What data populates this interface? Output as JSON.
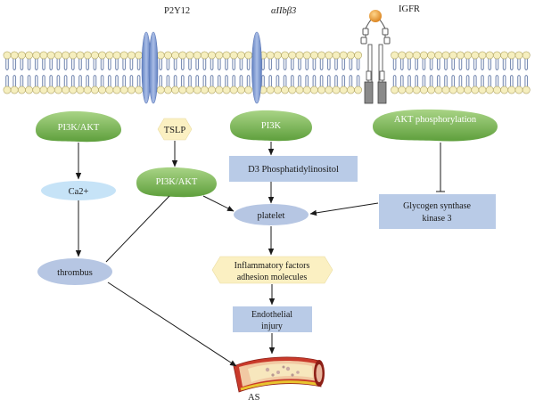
{
  "colors": {
    "green_dark": "#5e9f3c",
    "green_light": "#a9d486",
    "blue_box": "#b9cbe7",
    "blue_ellipse": "#b6c6e3",
    "light_blue_ellipse": "#c6e3f7",
    "yellow_hex": "#fbf0c2",
    "arrow": "#1a1a1a",
    "membrane_head": "#f6efbf",
    "membrane_tail": "#7d8fb5",
    "receptor": "#7d98cf",
    "ligand": "#e9a03a"
  },
  "membrane": {
    "receptors": {
      "p2y12": "P2Y12",
      "integrin": "αIIbβ3",
      "igfr": "IGFR"
    }
  },
  "nodes": {
    "pi3k_akt_left": "PI3K/AKT",
    "tslp": "TSLP",
    "pi3k": "PI3K",
    "akt_phos": "AKT phosphorylation",
    "ca2": "Ca2+",
    "pi3k_akt_mid": "PI3K/AKT",
    "d3": "D3 Phosphatidylinositol",
    "platelet": "platelet",
    "gsk_line1": "Glycogen synthase",
    "gsk_line2": "kinase 3",
    "thrombus": "thrombus",
    "inflam_line1": "Inflammatory factors",
    "inflam_line2": "adhesion molecules",
    "endo_line1": "Endothelial",
    "endo_line2": "injury",
    "as": "AS"
  }
}
